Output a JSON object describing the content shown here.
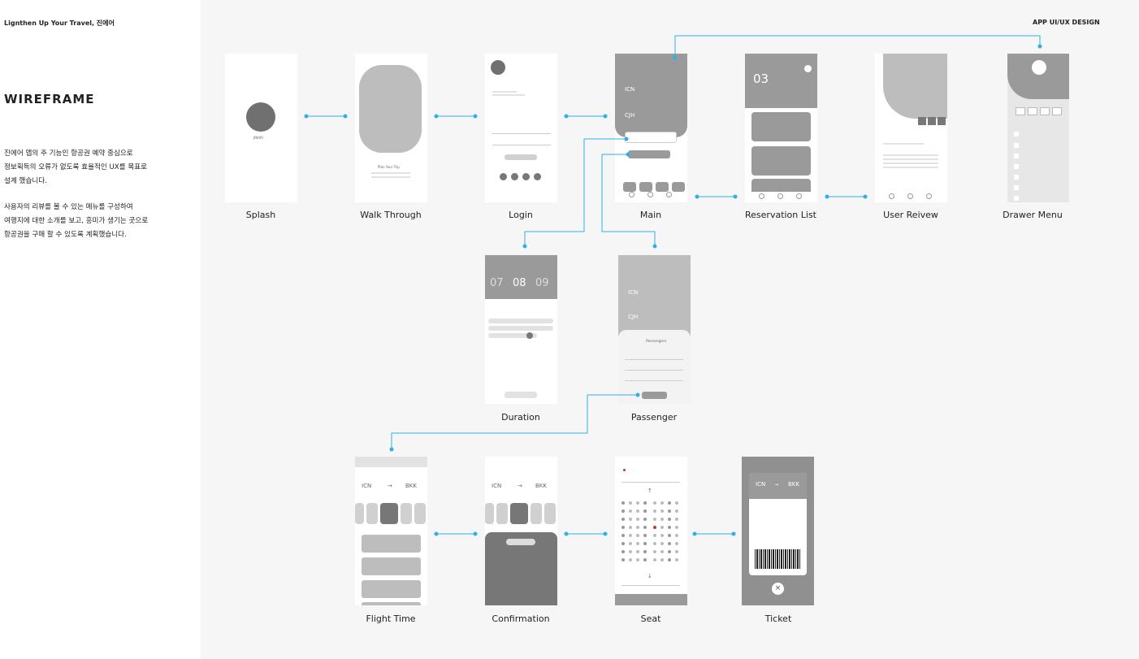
{
  "header": {
    "project_title": "Lignthen Up Your Travel, 진에어",
    "design_label": "APP UI/UX DESIGN"
  },
  "section_title": "WIREFRAME",
  "description_1": "진에어 앱의 주 기능인 항공권 예약 중심으로\n정보획득의 오류가 없도록 효율적인 UX를 목표로\n설계 했습니다.",
  "description_2": "사용자의 리뷰를 볼 수 있는 메뉴를 구성하여\n여행지에 대한 소개를 보고, 흥미가 생기는 곳으로\n항공권을 구매 할 수 있도록 계획했습니다.",
  "screens": {
    "splash": "Splash",
    "walk_through": "Walk Through",
    "login": "Login",
    "main": "Main",
    "reservation_list": "Reservation List",
    "user_review": "User Reivew",
    "drawer_menu": "Drawer Menu",
    "duration": "Duration",
    "passenger": "Passenger",
    "flight_time": "Flight Time",
    "confirmation": "Confirmation",
    "seat": "Seat",
    "ticket": "Ticket"
  },
  "mock": {
    "jinair": "JINAIR",
    "plan_trip": "Plan Your Trip",
    "icn": "ICN",
    "cjh": "CJH",
    "bkk": "BKK",
    "days_num": "03",
    "cal_07": "07",
    "cal_08": "08",
    "cal_09": "09",
    "passengers": "Passengers",
    "arrow": "→",
    "up": "↑",
    "down": "↓",
    "close_x": "×"
  },
  "colors": {
    "connector": "#2db0e6",
    "canvas": "#f6f6f6"
  }
}
